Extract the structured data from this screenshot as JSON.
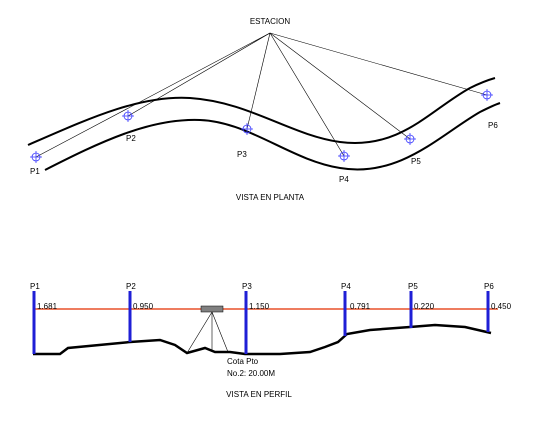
{
  "plan": {
    "station_label": "ESTACION",
    "caption": "VISTA EN PLANTA",
    "points": [
      {
        "id": "p1",
        "label": "P1"
      },
      {
        "id": "p2",
        "label": "P2"
      },
      {
        "id": "p3",
        "label": "P3"
      },
      {
        "id": "p4",
        "label": "P4"
      },
      {
        "id": "p5",
        "label": "P5"
      },
      {
        "id": "p6",
        "label": "P6"
      }
    ]
  },
  "profile": {
    "caption": "VISTA EN PERFIL",
    "stations": [
      {
        "label": "P1",
        "reading": "1.681"
      },
      {
        "label": "P2",
        "reading": "0.950"
      },
      {
        "label": "P3",
        "reading": "1.150"
      },
      {
        "label": "P4",
        "reading": "0.791"
      },
      {
        "label": "P5",
        "reading": "0.220"
      },
      {
        "label": "P6",
        "reading": "0.450"
      }
    ],
    "benchmark_line1": "Cota Pto",
    "benchmark_line2": "No.2: 20.00M"
  },
  "colors": {
    "ink": "#000000",
    "instrument_line": "#e8502a",
    "rod": "#1f1fd6",
    "target": "#3a3aff",
    "instrument": "#808080"
  }
}
